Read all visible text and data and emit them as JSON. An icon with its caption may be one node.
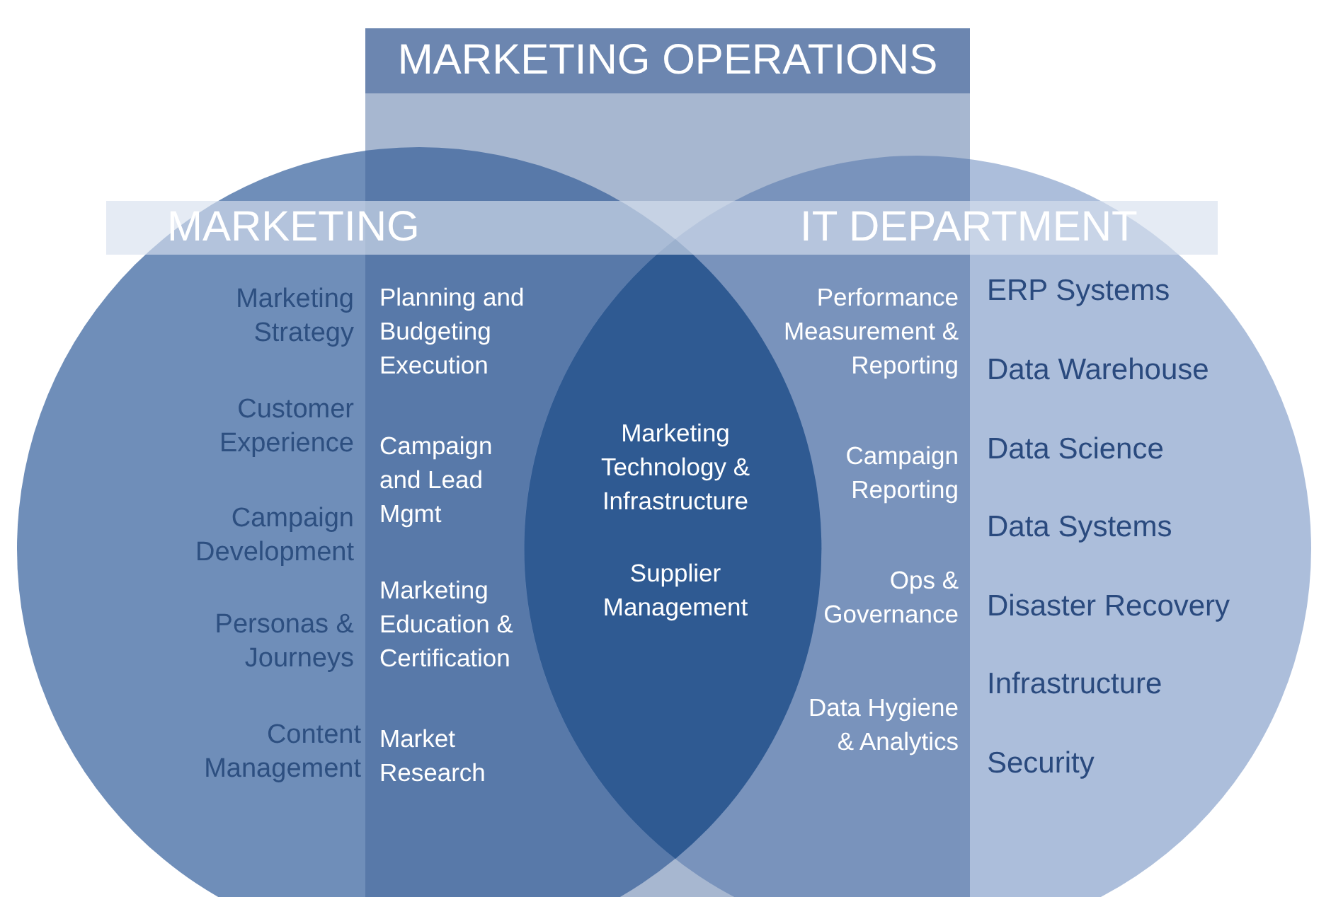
{
  "diagram": {
    "nodes": [
      {
        "text": [
          "MARKETING",
          "Marketing Strategy",
          "Customer Experience",
          "Campaign Development",
          "Personas & Journeys",
          "Content Management"
        ]
      },
      {
        "text": [
          "IT DEPARTMENT",
          "ERP Systems",
          "Data Warehouse",
          "Data Science",
          "Data Systems",
          "Disaster Recovery",
          "Infrastructure",
          "Security"
        ]
      },
      {
        "text": [
          "MARKETING OPERATIONS",
          "Planning and Budgeting Execution",
          "Campaign and Lead Mgmt",
          "Marketing Education & Certification",
          "Market Research",
          "Performance Measurement & Reporting",
          "Campaign Reporting",
          "Ops & Governance",
          "Data Hygiene & Analytics"
        ]
      },
      {
        "text": [
          "Marketing Technology & Infrastructure",
          "Supplier Management"
        ]
      }
    ]
  }
}
